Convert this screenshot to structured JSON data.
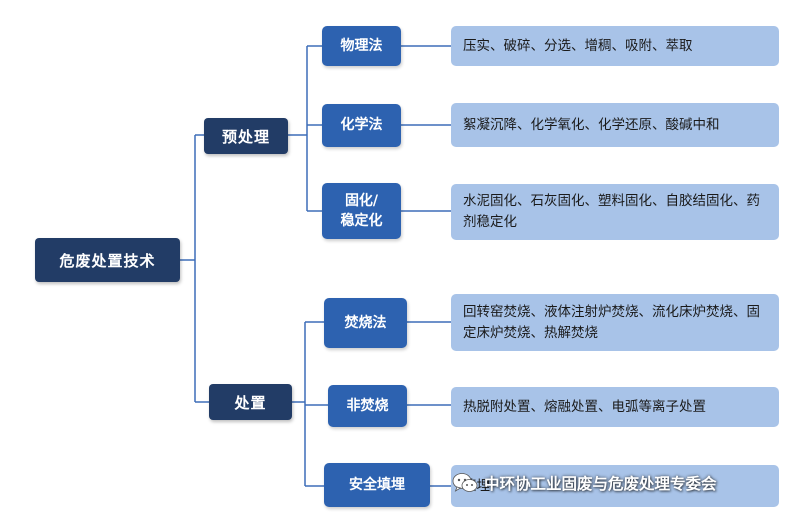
{
  "root": {
    "label": "危废处置技术"
  },
  "groups": [
    {
      "label": "预处理",
      "methods": [
        {
          "label": "物理法",
          "detail": "压实、破碎、分选、增稠、吸附、萃取"
        },
        {
          "label": "化学法",
          "detail": "絮凝沉降、化学氧化、化学还原、酸碱中和"
        },
        {
          "label": "固化/\n稳定化",
          "detail": "水泥固化、石灰固化、塑料固化、自胶结固化、药剂稳定化"
        }
      ]
    },
    {
      "label": "处置",
      "methods": [
        {
          "label": "焚烧法",
          "detail": "回转窑焚烧、液体注射炉焚烧、流化床炉焚烧、固定床炉焚烧、热解焚烧"
        },
        {
          "label": "非焚烧",
          "detail": "热脱附处置、熔融处置、电弧等离子处置"
        },
        {
          "label": "安全填埋",
          "detail": "填埋"
        }
      ]
    }
  ],
  "watermark": {
    "text": "中环协工业固废与危废处理专委会",
    "icon": "wechat-icon"
  },
  "colors": {
    "root": "#223c66",
    "method": "#2d62b0",
    "detail": "#a8c3e8",
    "line": "#3d6db8"
  }
}
